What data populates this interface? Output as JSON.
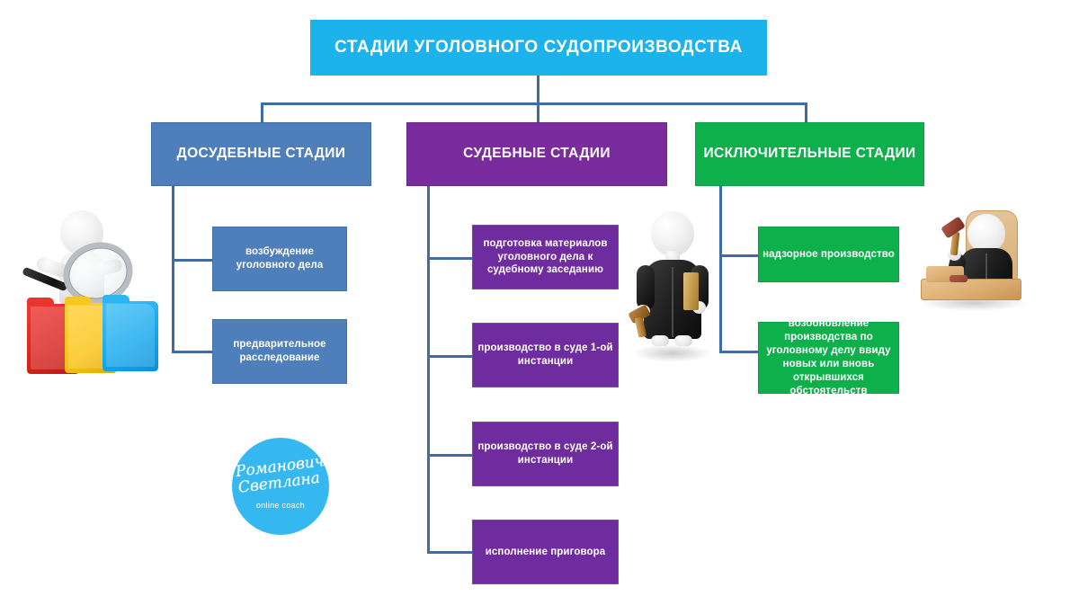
{
  "diagram": {
    "title": "СТАДИИ УГОЛОВНОГО СУДОПРОИЗВОДСТВА",
    "title_color": "#1CB3EC",
    "connector_color": "#3F6CA4",
    "branches": [
      {
        "id": "pretrial",
        "label": "ДОСУДЕБНЫЕ СТАДИИ",
        "color": "#4E7FBB",
        "items": [
          "возбуждение уголовного дела",
          "предварительное расследование"
        ]
      },
      {
        "id": "trial",
        "label": "СУДЕБНЫЕ СТАДИИ",
        "color": "#7A2C9E",
        "items": [
          "подготовка материалов уголовного дела к судебному заседанию",
          "производство в суде 1-ой инстанции",
          "производство в суде 2-ой инстанции",
          "исполнение приговора"
        ]
      },
      {
        "id": "exceptional",
        "label": "ИСКЛЮЧИТЕЛЬНЫЕ СТАДИИ",
        "color": "#0DB04B",
        "items": [
          "надзорное производство",
          "возобновление производства по уголовному делу ввиду новых или вновь открывшихся обстоятельств"
        ]
      }
    ]
  },
  "logo": {
    "line1": "Романович",
    "line2": "Светлана",
    "subtitle": "online coach",
    "color": "#35B7F0"
  },
  "illustrations": {
    "investigator": "investigator-with-magnifier-and-folders-image",
    "judge_standing": "judge-with-gavel-and-book-image",
    "judge_bench": "judge-at-bench-with-gavel-image"
  }
}
